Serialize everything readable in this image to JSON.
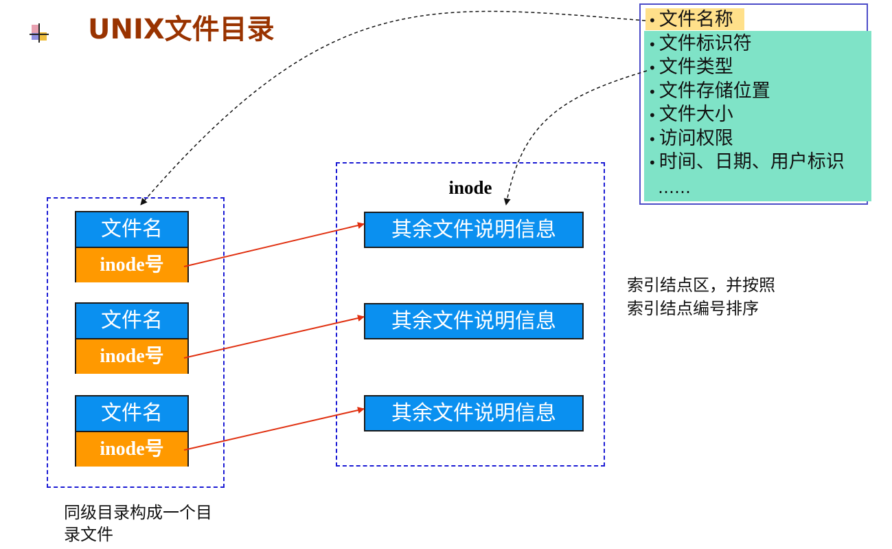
{
  "title": "UNIX文件目录",
  "title_color": "#993300",
  "title_icon": "square-bullet-icon",
  "inode_region_label": "inode",
  "directory_entries": [
    {
      "name": "文件名",
      "inode": "inode号"
    },
    {
      "name": "文件名",
      "inode": "inode号"
    },
    {
      "name": "文件名",
      "inode": "inode号"
    }
  ],
  "inode_boxes": [
    "其余文件说明信息",
    "其余文件说明信息",
    "其余文件说明信息"
  ],
  "inode_area_note": "索引结点区，并按照索引结点编号排序",
  "directory_note": "同级目录构成一个目录文件",
  "attributes": [
    "文件名称",
    "文件标识符",
    "文件类型",
    "文件存储位置",
    "文件大小",
    "访问权限",
    "时间、日期、用户标识"
  ],
  "attributes_ellipsis": "……",
  "colors": {
    "entry_name_bg": "#0a90f0",
    "entry_inode_bg": "#ff9900",
    "attr_bg": "#7fe3c7",
    "attr_highlight": "#ffe08a",
    "dashed_border": "#1a1ad4",
    "arrow_red": "#e03010"
  }
}
